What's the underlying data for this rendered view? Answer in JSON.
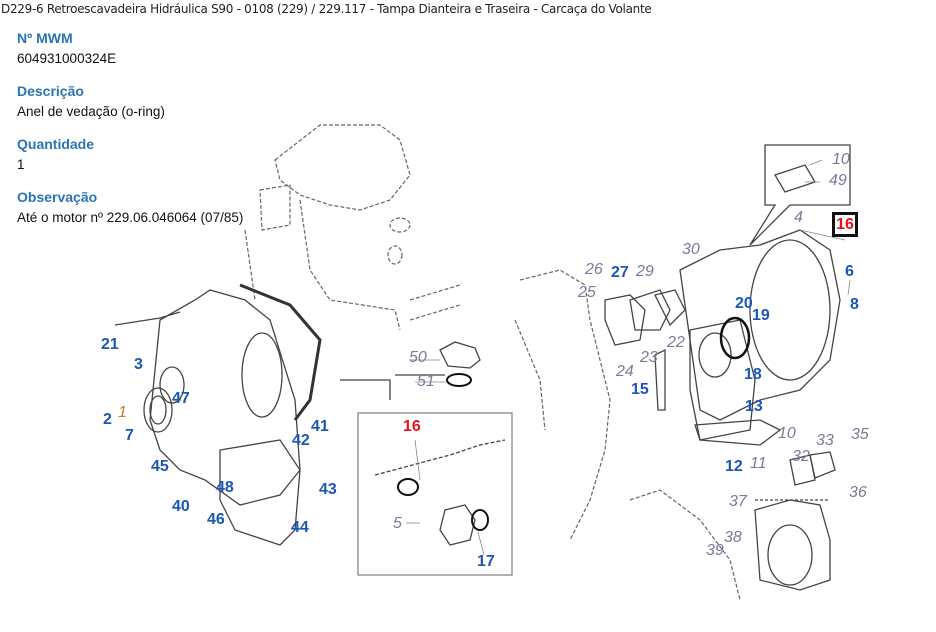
{
  "breadcrumb": {
    "model": "D229-6 Retroescavadeira Hidráulica S90 - 0108 (229)",
    "separator": " / ",
    "group": "229.117 - Tampa Dianteira e Traseira - Carcaça do Volante"
  },
  "part_info": {
    "mwm_label": "Nº MWM",
    "mwm_value": "604931000324E",
    "description_label": "Descrição",
    "description_value": "Anel de vedação (o-ring)",
    "quantity_label": "Quantidade",
    "quantity_value": "1",
    "observation_label": "Observação",
    "observation_value": "Até o motor nº 229.06.046064 (07/85)"
  },
  "diagram": {
    "selected_part": "16",
    "colors": {
      "blue_label": "#1c57b3",
      "gray_label": "#7a7a9a",
      "selected_label": "#e8101e",
      "line": "#555555"
    },
    "callouts": {
      "c21": "21",
      "c3": "3",
      "c2": "2",
      "c1": "1",
      "c7": "7",
      "c47": "47",
      "c45": "45",
      "c40": "40",
      "c48": "48",
      "c46": "46",
      "c42": "42",
      "c41": "41",
      "c43": "43",
      "c44": "44",
      "c50": "50",
      "c51": "51",
      "c16a": "16",
      "c5": "5",
      "c17": "17",
      "c26": "26",
      "c27": "27",
      "c29": "29",
      "c25": "25",
      "c30": "30",
      "c24": "24",
      "c23": "23",
      "c22": "22",
      "c15": "15",
      "c20": "20",
      "c19": "19",
      "c18": "18",
      "c13": "13",
      "c10a": "10",
      "c12": "12",
      "c11": "11",
      "c4": "4",
      "c16b": "16",
      "c6": "6",
      "c8": "8",
      "c10b": "10",
      "c49": "49",
      "c33": "33",
      "c32": "32",
      "c35": "35",
      "c36": "36",
      "c37": "37",
      "c38": "38",
      "c39": "39"
    }
  }
}
